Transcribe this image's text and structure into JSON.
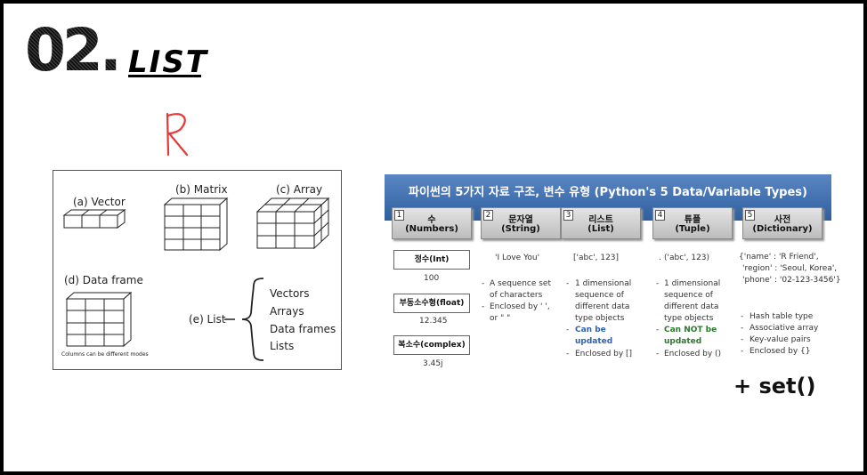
{
  "header": {
    "number": "02.",
    "title": "LIST"
  },
  "annotation": {
    "handwritten": "R",
    "plus_set": "+ set()"
  },
  "left_figure": {
    "vector_label": "(a) Vector",
    "matrix_label": "(b) Matrix",
    "array_label": "(c) Array",
    "dataframe_label": "(d) Data frame",
    "dataframe_note": "Columns can be different modes",
    "list_label": "(e) List",
    "list_items": [
      "Vectors",
      "Arrays",
      "Data frames",
      "Lists"
    ]
  },
  "right_figure": {
    "banner_title": "파이썬의 5가지 자료 구조, 변수 유형 (Python's 5 Data/Variable Types)",
    "types": [
      {
        "n": "1",
        "ko": "수",
        "en": "(Numbers)"
      },
      {
        "n": "2",
        "ko": "문자열",
        "en": "(String)"
      },
      {
        "n": "3",
        "ko": "리스트",
        "en": "(List)"
      },
      {
        "n": "4",
        "ko": "튜플",
        "en": "(Tuple)"
      },
      {
        "n": "5",
        "ko": "사전",
        "en": "(Dictionary)"
      }
    ],
    "numbers": [
      {
        "label": "정수(Int)",
        "value": "100"
      },
      {
        "label": "부동소수형(float)",
        "value": "12.345"
      },
      {
        "label": "복소수(complex)",
        "value": "3.45j"
      }
    ],
    "string": {
      "example": "'I Love You'",
      "notes": [
        "A sequence set",
        "of characters",
        "Enclosed by ' ',",
        "or \" \""
      ]
    },
    "list": {
      "example": "['abc', 123]",
      "notes": [
        "1 dimensional",
        "sequence of",
        "different data",
        "type objects"
      ],
      "highlight": [
        "Can be",
        "updated"
      ],
      "enclosed": "Enclosed by []"
    },
    "tuple": {
      "example": "('abc', 123)",
      "notes": [
        "1 dimensional",
        "sequence of",
        "different data",
        "type objects"
      ],
      "highlight": [
        "Can NOT be",
        "updated"
      ],
      "enclosed": "Enclosed by ()"
    },
    "dictionary": {
      "example": [
        "{'name' : 'R Friend',",
        "'region' : 'Seoul, Korea',",
        "'phone' : '02-123-3456'}"
      ],
      "notes": [
        "Hash table type",
        "Associative array",
        "Key-value pairs",
        "Enclosed by {}"
      ]
    }
  }
}
